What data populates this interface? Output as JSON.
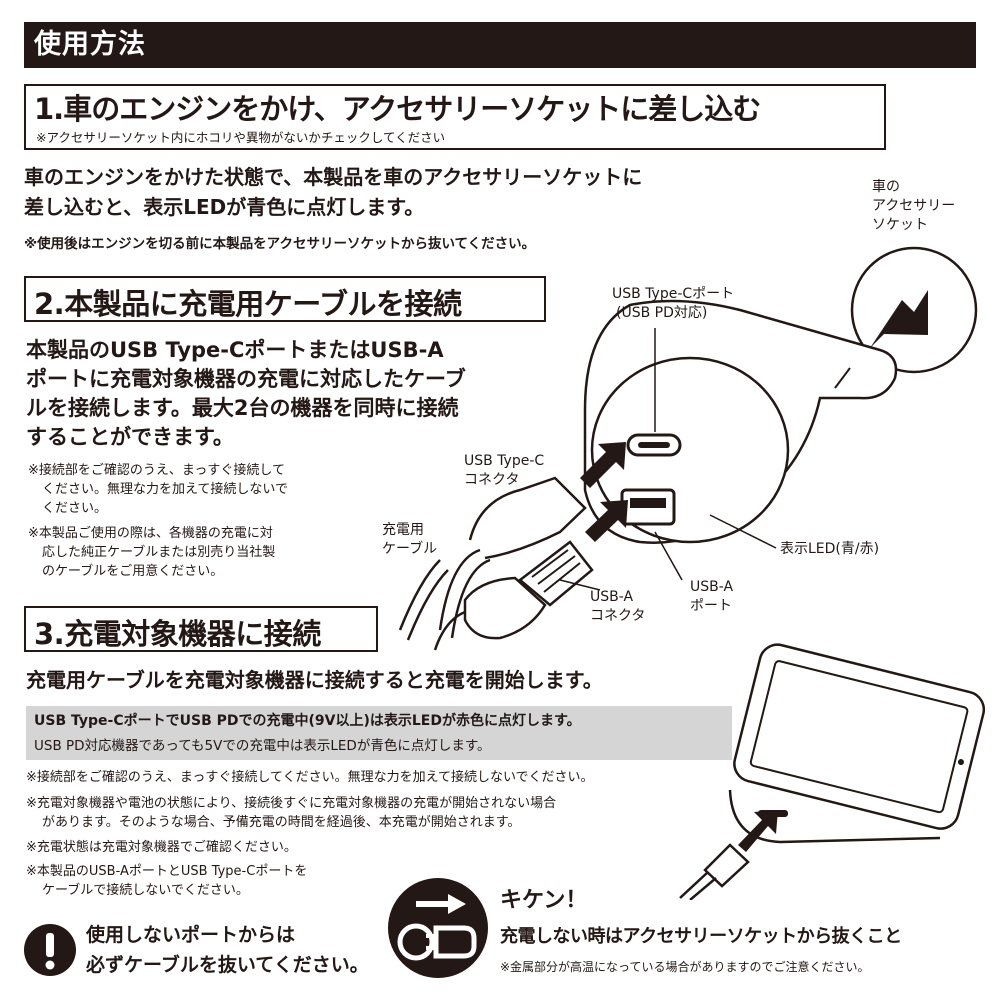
{
  "header": {
    "title": "使用方法"
  },
  "step1": {
    "title": "1.車のエンジンをかけ、アクセサリーソケットに差し込む",
    "subnote": "※アクセサリーソケット内にホコリや異物がないかチェックしてください",
    "body_line1": "車のエンジンをかけた状態で、本製品を車のアクセサリーソケットに",
    "body_line2": "差し込むと、表示LEDが青色に点灯します。",
    "note": "※使用後はエンジンを切る前に本製品をアクセサリーソケットから抜いてください。"
  },
  "step2": {
    "title": "2.本製品に充電用ケーブルを接続",
    "body_line1": "本製品のUSB Type-CポートまたはUSB-A",
    "body_line2": "ポートに充電対象機器の充電に対応したケーブ",
    "body_line3": "ルを接続します。最大2台の機器を同時に接続",
    "body_line4": "することができます。",
    "note1_line1": "※接続部をご確認のうえ、まっすぐ接続して",
    "note1_line2": "ください。無理な力を加えて接続しないで",
    "note1_line3": "ください。",
    "note2_line1": "※本製品ご使用の際は、各機器の充電に対",
    "note2_line2": "応した純正ケーブルまたは別売り当社製",
    "note2_line3": "のケーブルをご用意ください。"
  },
  "diagram": {
    "socket_line1": "車の",
    "socket_line2": "アクセサリー",
    "socket_line3": "ソケット",
    "typec_port_line1": "USB Type-Cポート",
    "typec_port_line2": "(USB PD対応)",
    "typec_conn_line1": "USB Type-C",
    "typec_conn_line2": "コネクタ",
    "cable_line1": "充電用",
    "cable_line2": "ケーブル",
    "led_label": "表示LED(青/赤)",
    "usba_conn_line1": "USB-A",
    "usba_conn_line2": "コネクタ",
    "usba_port_line1": "USB-A",
    "usba_port_line2": "ポート"
  },
  "step3": {
    "title": "3.充電対象機器に接続",
    "body": "充電用ケーブルを充電対象機器に接続すると充電を開始します。",
    "highlight_line1": "USB Type-CポートでUSB PDでの充電中(9V以上)は表示LEDが赤色に点灯します。",
    "highlight_line2": "USB PD対応機器であっても5Vでの充電中は表示LEDが青色に点灯します。",
    "note1": "※接続部をご確認のうえ、まっすぐ接続してください。無理な力を加えて接続しないでください。",
    "note2_line1": "※充電対象機器や電池の状態により、接続後すぐに充電対象機器の充電が開始されない場合",
    "note2_line2": "があります。そのような場合、予備充電の時間を経過後、本充電が開始されます。",
    "note3": "※充電状態は充電対象機器でご確認ください。",
    "note4_line1": "※本製品のUSB-AポートとUSB Type-Cポートを",
    "note4_line2": "ケーブルで接続しないでください。"
  },
  "warning_left": {
    "line1": "使用しないポートからは",
    "line2": "必ずケーブルを抜いてください。"
  },
  "warning_right": {
    "title": "キケン！",
    "line1": "充電しない時はアクセサリーソケットから抜くこと",
    "note": "※金属部分が高温になっている場合がありますのでご注意ください。"
  },
  "colors": {
    "ink": "#231815",
    "gray_box": "#d5d5d6",
    "white": "#ffffff"
  }
}
